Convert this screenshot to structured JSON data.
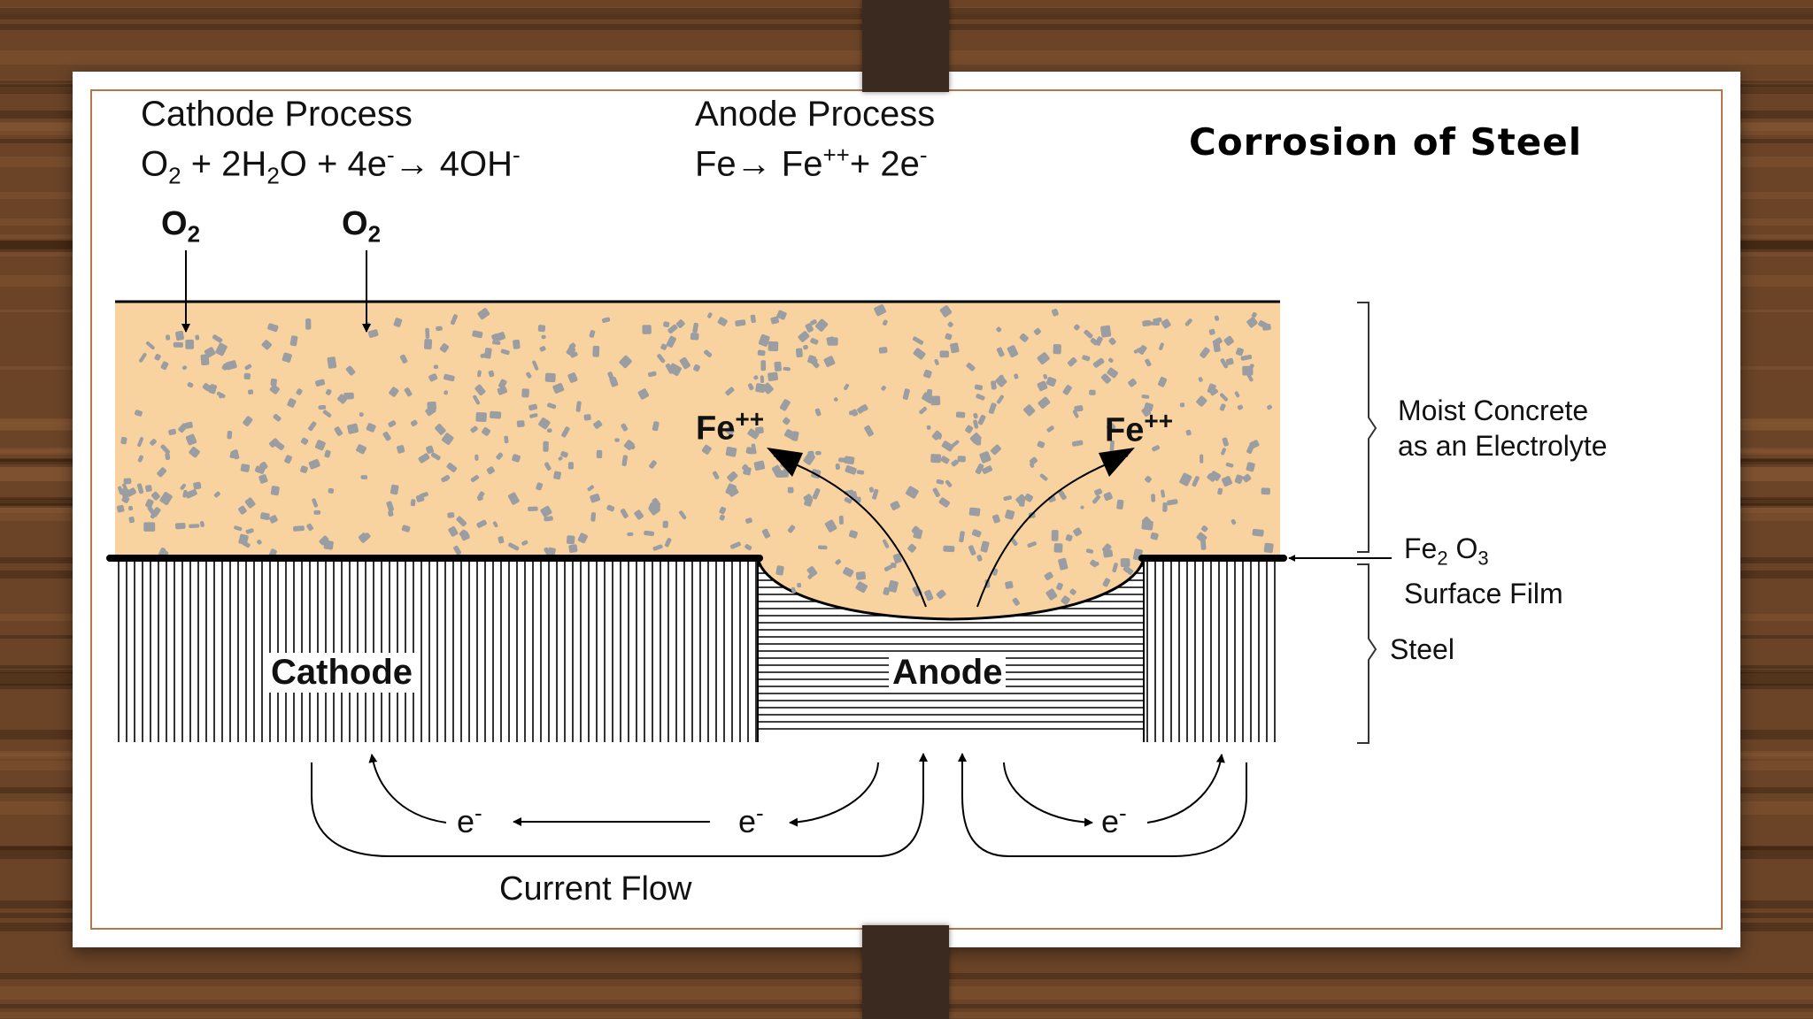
{
  "title": "Corrosion of Steel",
  "cathode_process": {
    "heading": "Cathode Process",
    "equation": [
      "O",
      "2",
      " + 2H",
      "2",
      "O + 4e",
      "-",
      "→ 4OH",
      "-"
    ]
  },
  "anode_process": {
    "heading": "Anode Process",
    "equation": [
      "Fe→ Fe",
      "++",
      "+ 2e",
      "-"
    ]
  },
  "oxygen_labels": [
    {
      "base": "O",
      "sub": "2"
    },
    {
      "base": "O",
      "sub": "2"
    }
  ],
  "ion_labels": [
    {
      "base": "Fe",
      "sup": "++"
    },
    {
      "base": "Fe",
      "sup": "++"
    }
  ],
  "cathode_label": "Cathode",
  "anode_label": "Anode",
  "side_labels": {
    "concrete": [
      "Moist Concrete",
      "as  an Electrolyte"
    ],
    "film": {
      "line1": [
        "Fe",
        "2",
        " O",
        "3"
      ],
      "line2": "Surface Film"
    },
    "steel": "Steel"
  },
  "electron_labels": [
    {
      "base": "e",
      "sup": "-"
    },
    {
      "base": "e",
      "sup": "-"
    },
    {
      "base": "e",
      "sup": "-"
    }
  ],
  "current_flow": "Current Flow",
  "colors": {
    "concrete": "#f9d39f",
    "aggregate": "#9a9da2",
    "frame": "#b8764a",
    "clip": "#3a2a20",
    "wood": "#6b4428"
  }
}
